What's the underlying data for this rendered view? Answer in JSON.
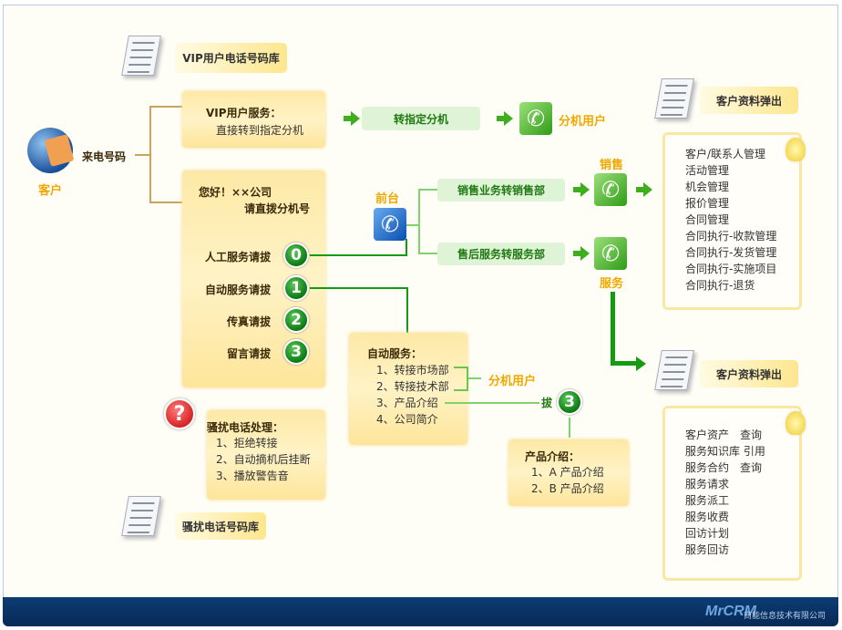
{
  "customer": {
    "label": "客户",
    "incoming": "来电号码"
  },
  "vip_db": "VIP用户电话号码库",
  "vip_service": {
    "title": "VIP用户服务：",
    "desc": "直接转到指定分机"
  },
  "transfer": {
    "label": "转指定分机",
    "target": "分机用户"
  },
  "greeting": {
    "line1": "您好！××公司",
    "line2": "请直拨分机号",
    "options": [
      {
        "label": "人工服务请拔",
        "num": "0"
      },
      {
        "label": "自动服务请拔",
        "num": "1"
      },
      {
        "label": "传真请拔",
        "num": "2"
      },
      {
        "label": "留言请拔",
        "num": "3"
      }
    ]
  },
  "front_desk": "前台",
  "sales": {
    "pill": "销售业务转销售部",
    "label": "销售"
  },
  "service": {
    "pill": "售后服务转服务部",
    "label": "服务"
  },
  "auto_service": {
    "title": "自动服务：",
    "items": [
      "1、转接市场部",
      "2、转接技术部",
      "3、产品介绍",
      "4、公司简介"
    ],
    "ext_label": "分机用户",
    "dial": "拔",
    "dial_num": "3"
  },
  "product_intro": {
    "title": "产品介绍：",
    "items": [
      "1、A 产品介绍",
      "2、B 产品介绍"
    ]
  },
  "harass": {
    "title": "骚扰电话处理：",
    "items": [
      "1、拒绝转接",
      "2、自动摘机后挂断",
      "3、播放警告音"
    ],
    "db": "骚扰电话号码库",
    "icon": "?"
  },
  "popup1": {
    "label": "客户资料弹出",
    "items": [
      "客户/联系人管理",
      "活动管理",
      "机会管理",
      "报价管理",
      "合同管理",
      "合同执行-收款管理",
      "合同执行-发货管理",
      "合同执行-实施项目",
      "合同执行-退货"
    ]
  },
  "popup2": {
    "label": "客户资料弹出",
    "items": [
      "客户资产　查询",
      "服务知识库 引用",
      "服务合约　查询",
      "服务请求",
      "服务派工",
      "服务收费",
      "回访计划",
      "服务回访"
    ]
  },
  "footer": {
    "logo": "MrCRM",
    "company": "商能信息技术有限公司"
  }
}
